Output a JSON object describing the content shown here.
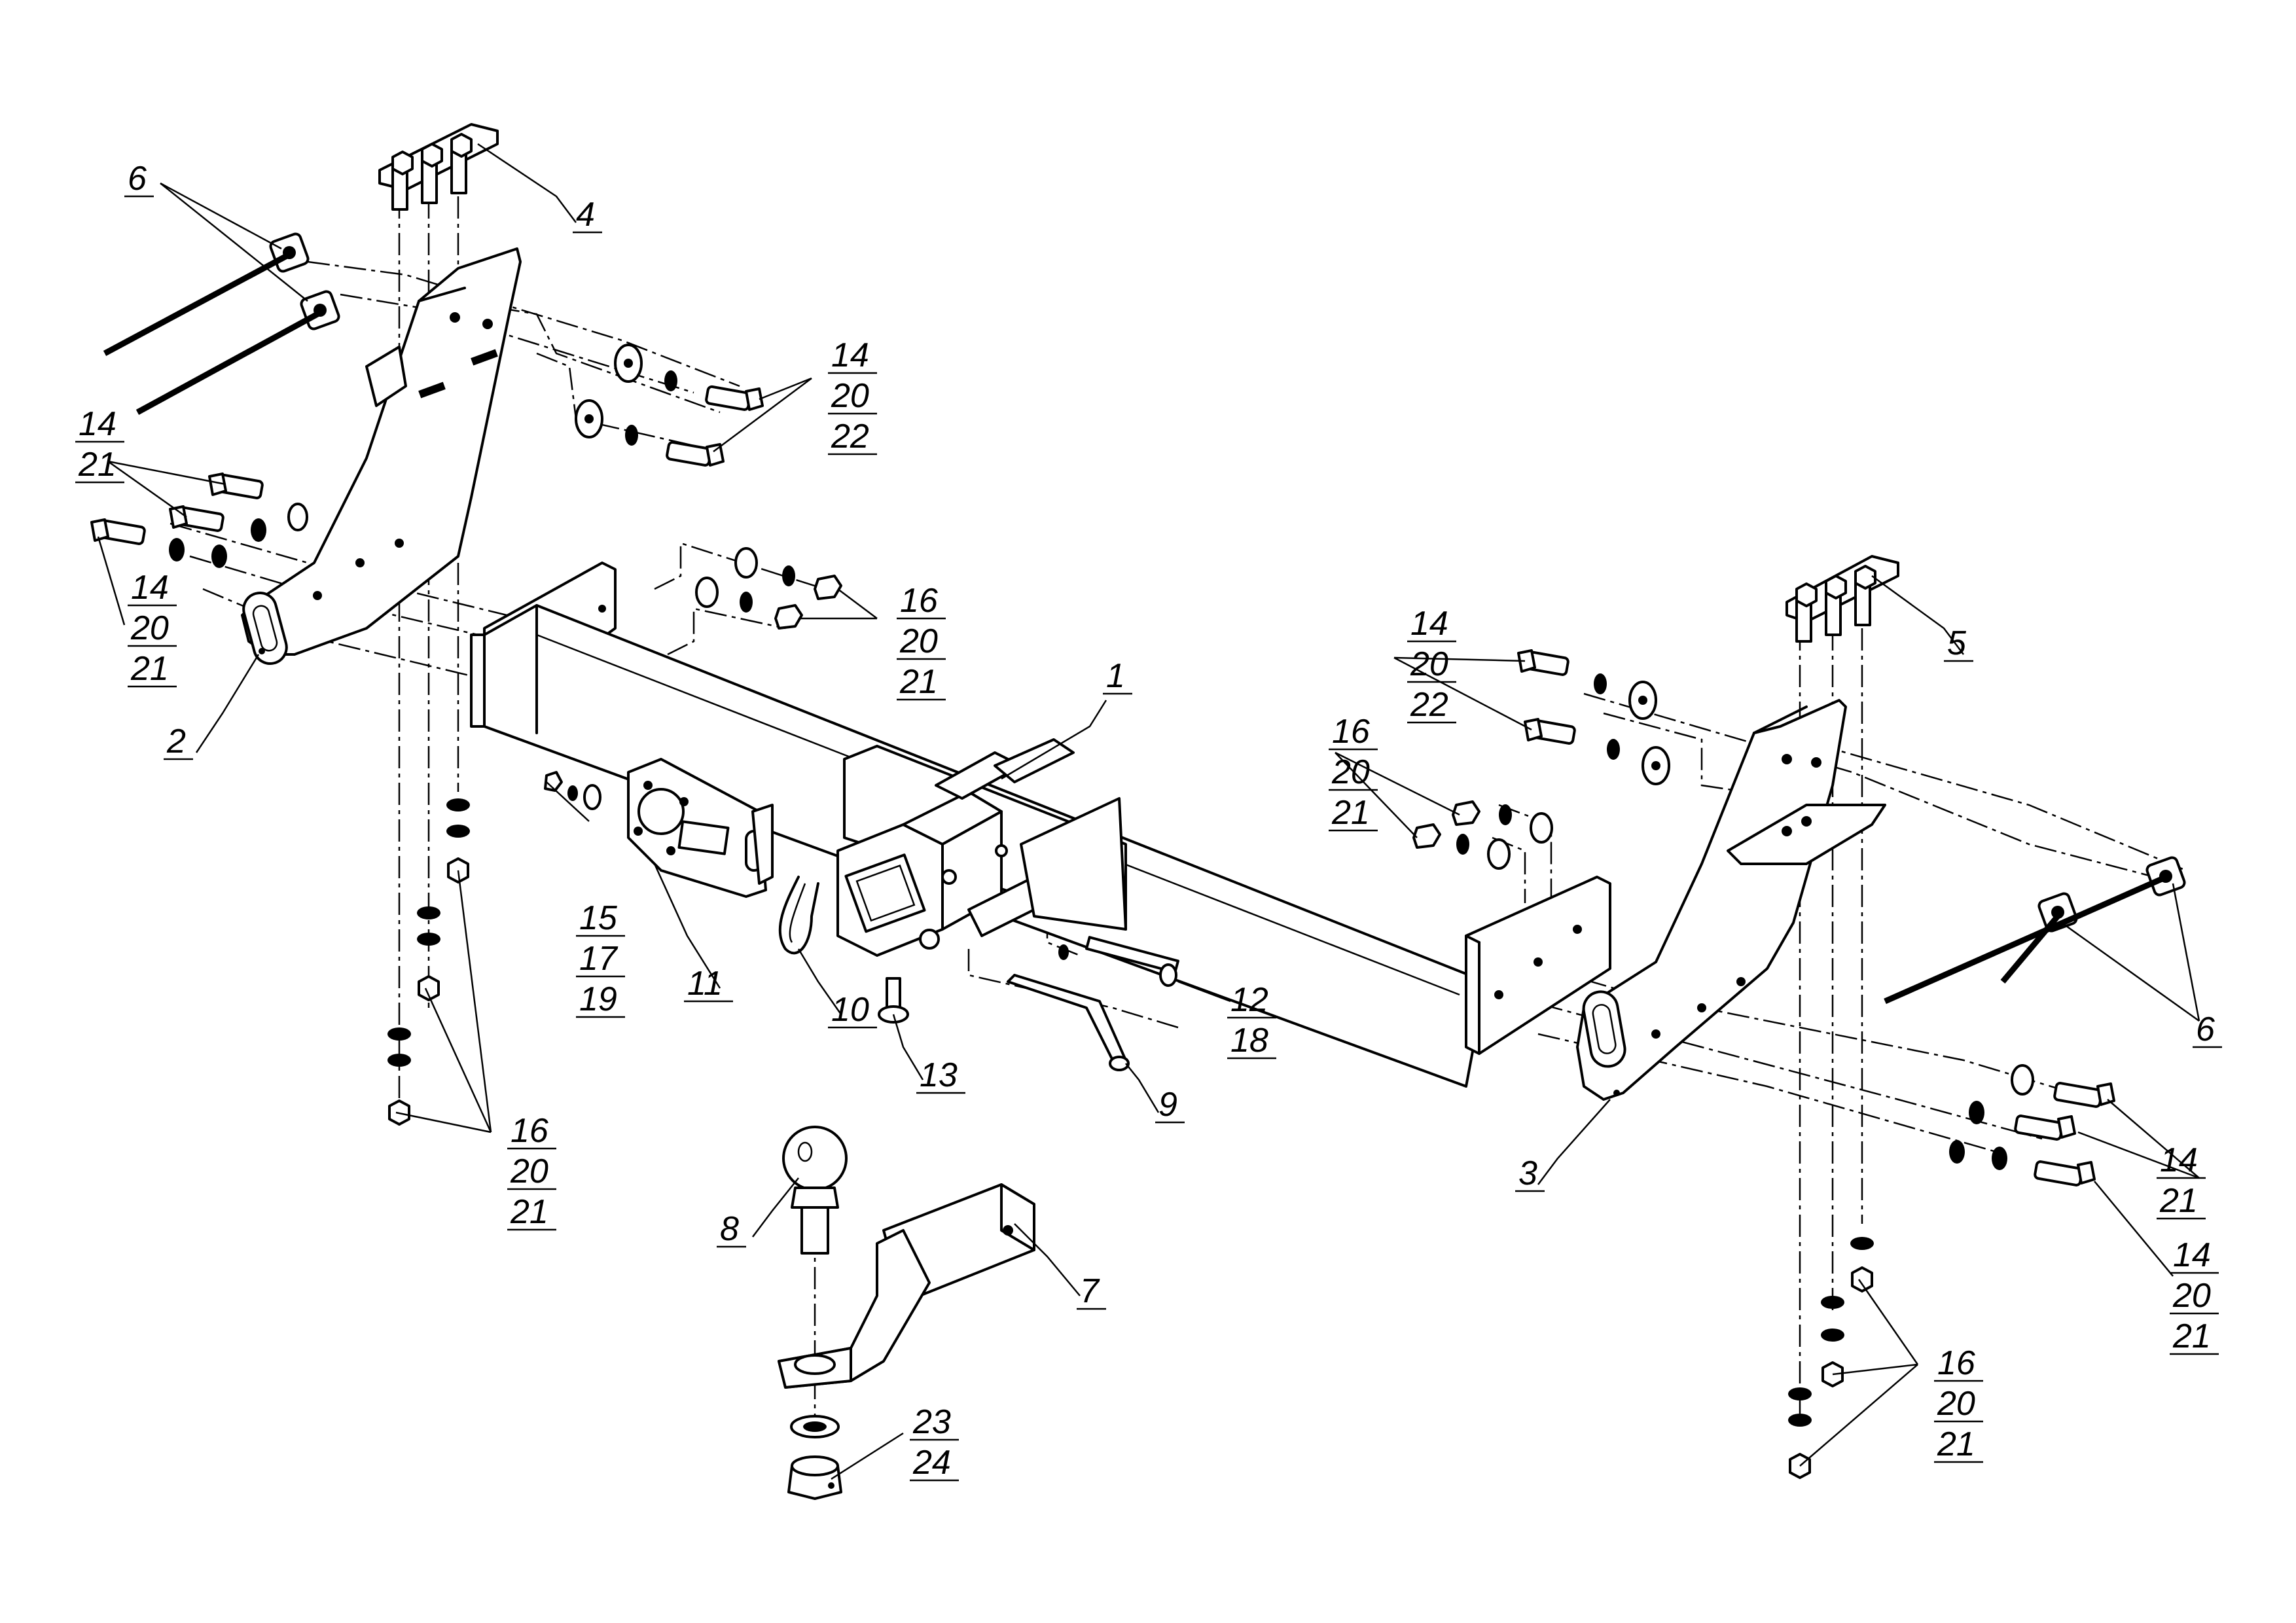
{
  "labels": {
    "l1": [
      "1"
    ],
    "l2": [
      "2"
    ],
    "l3": [
      "3"
    ],
    "l4": [
      "4"
    ],
    "l5": [
      "5"
    ],
    "l6a": [
      "6"
    ],
    "l6b": [
      "6"
    ],
    "l7": [
      "7"
    ],
    "l8": [
      "8"
    ],
    "l9": [
      "9"
    ],
    "l10": [
      "10"
    ],
    "l11": [
      "11"
    ],
    "l12": [
      "12",
      "18"
    ],
    "l13": [
      "13"
    ],
    "l14a": [
      "14",
      "20",
      "22"
    ],
    "l14b": [
      "14",
      "21"
    ],
    "l14c": [
      "14",
      "20",
      "21"
    ],
    "l14d": [
      "14",
      "20",
      "22"
    ],
    "l14e": [
      "14",
      "21"
    ],
    "l14f": [
      "14",
      "20",
      "21"
    ],
    "l15": [
      "15",
      "17",
      "19"
    ],
    "l16a": [
      "16",
      "20",
      "21"
    ],
    "l16b": [
      "16",
      "20",
      "21"
    ],
    "l16c": [
      "16",
      "20",
      "21"
    ],
    "l16d": [
      "16",
      "20",
      "21"
    ],
    "l23": [
      "23",
      "24"
    ]
  }
}
